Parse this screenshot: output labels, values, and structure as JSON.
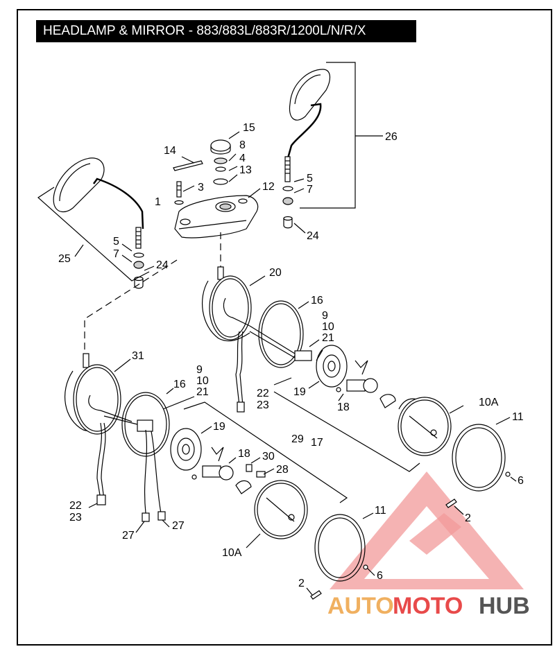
{
  "title": "HEADLAMP & MIRROR - 883/883L/883R/1200L/N/R/X",
  "watermark": {
    "part1": "AUTO",
    "part2": "MOTO",
    "part3": "HUB",
    "color_orange": "#f0b060",
    "color_red": "#e84a4a",
    "color_gray": "#555555"
  },
  "callouts": [
    {
      "id": "c15",
      "text": "15"
    },
    {
      "id": "c14",
      "text": "14"
    },
    {
      "id": "c8",
      "text": "8"
    },
    {
      "id": "c4",
      "text": "4"
    },
    {
      "id": "c13",
      "text": "13"
    },
    {
      "id": "c3",
      "text": "3"
    },
    {
      "id": "c1",
      "text": "1"
    },
    {
      "id": "c12",
      "text": "12"
    },
    {
      "id": "c26",
      "text": "26"
    },
    {
      "id": "c5a",
      "text": "5"
    },
    {
      "id": "c7a",
      "text": "7"
    },
    {
      "id": "c24a",
      "text": "24"
    },
    {
      "id": "c25",
      "text": "25"
    },
    {
      "id": "c5b",
      "text": "5"
    },
    {
      "id": "c7b",
      "text": "7"
    },
    {
      "id": "c24b",
      "text": "24"
    },
    {
      "id": "c20",
      "text": "20"
    },
    {
      "id": "c16a",
      "text": "16"
    },
    {
      "id": "c9a",
      "text": "9"
    },
    {
      "id": "c10a",
      "text": "10"
    },
    {
      "id": "c21a",
      "text": "21"
    },
    {
      "id": "c19a",
      "text": "19"
    },
    {
      "id": "c22a",
      "text": "22"
    },
    {
      "id": "c23a",
      "text": "23"
    },
    {
      "id": "c18a",
      "text": "18"
    },
    {
      "id": "c10Aa",
      "text": "10A"
    },
    {
      "id": "c11a",
      "text": "11"
    },
    {
      "id": "c17",
      "text": "17"
    },
    {
      "id": "c6a",
      "text": "6"
    },
    {
      "id": "c2a",
      "text": "2"
    },
    {
      "id": "c31",
      "text": "31"
    },
    {
      "id": "c9b",
      "text": "9"
    },
    {
      "id": "c10b",
      "text": "10"
    },
    {
      "id": "c16b",
      "text": "16"
    },
    {
      "id": "c21b",
      "text": "21"
    },
    {
      "id": "c19b",
      "text": "19"
    },
    {
      "id": "c29",
      "text": "29"
    },
    {
      "id": "c18b",
      "text": "18"
    },
    {
      "id": "c30",
      "text": "30"
    },
    {
      "id": "c28",
      "text": "28"
    },
    {
      "id": "c22b",
      "text": "22"
    },
    {
      "id": "c23b",
      "text": "23"
    },
    {
      "id": "c27a",
      "text": "27"
    },
    {
      "id": "c27b",
      "text": "27"
    },
    {
      "id": "c11b",
      "text": "11"
    },
    {
      "id": "c6b",
      "text": "6"
    },
    {
      "id": "c10Ab",
      "text": "10A"
    },
    {
      "id": "c2b",
      "text": "2"
    }
  ]
}
